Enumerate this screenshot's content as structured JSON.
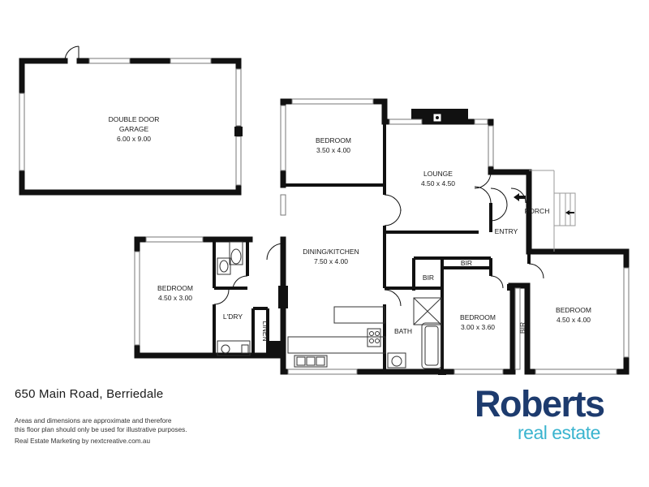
{
  "rooms": {
    "garage": {
      "name_line1": "DOUBLE DOOR",
      "name_line2": "GARAGE",
      "dims": "6.00 x 9.00"
    },
    "bedroom_top": {
      "name": "BEDROOM",
      "dims": "3.50 x 4.00"
    },
    "lounge": {
      "name": "LOUNGE",
      "dims": "4.50 x 4.50"
    },
    "dining_kitchen": {
      "name": "DINING/KITCHEN",
      "dims": "7.50 x 4.00"
    },
    "bedroom_left": {
      "name": "BEDROOM",
      "dims": "4.50 x 3.00"
    },
    "bedroom_mid": {
      "name": "BEDROOM",
      "dims": "3.00 x 3.60"
    },
    "bedroom_right": {
      "name": "BEDROOM",
      "dims": "4.50 x 4.00"
    }
  },
  "labels": {
    "porch": "PORCH",
    "entry": "ENTRY",
    "bir_top": "BIR",
    "bir_left": "BIR",
    "bir_right": "BIR",
    "bath": "BATH",
    "laundry": "L'DRY",
    "linen": "LINEN"
  },
  "footer": {
    "address": "650 Main Road, Berriedale",
    "disclaimer_line1": "Areas and dimensions are approximate and therefore",
    "disclaimer_line2": "this floor plan should only be used for illustrative purposes.",
    "marketing": "Real Estate Marketing by nextcreative.com.au"
  },
  "brand": {
    "name": "Roberts",
    "sub": "real estate",
    "color_primary": "#1d3b6e",
    "color_secondary": "#3ab4cf"
  },
  "colors": {
    "wall": "#111111",
    "window": "#888888",
    "background": "#ffffff"
  }
}
